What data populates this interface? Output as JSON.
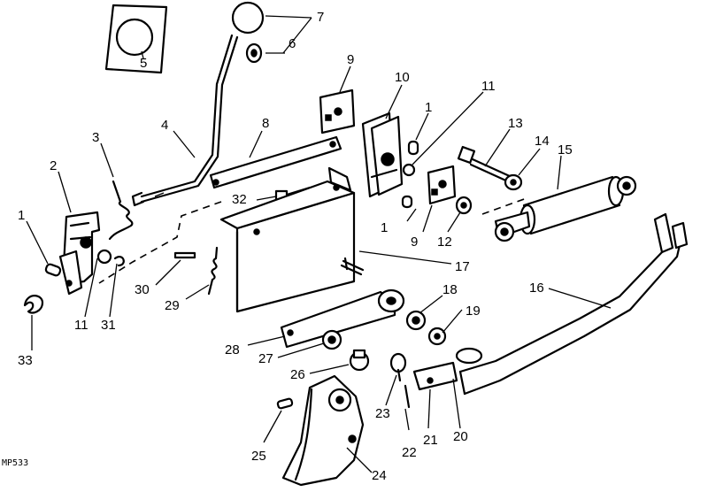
{
  "figure_code": "MP533",
  "callouts": {
    "c1a": "1",
    "c1b": "1",
    "c1c": "1",
    "c2": "2",
    "c3": "3",
    "c4": "4",
    "c5": "5",
    "c6": "6",
    "c7": "7",
    "c8": "8",
    "c9a": "9",
    "c9b": "9",
    "c10": "10",
    "c11a": "11",
    "c11b": "11",
    "c12": "12",
    "c13": "13",
    "c14": "14",
    "c15": "15",
    "c16": "16",
    "c17": "17",
    "c18": "18",
    "c19": "19",
    "c20": "20",
    "c21": "21",
    "c22": "22",
    "c23": "23",
    "c24": "24",
    "c25": "25",
    "c26": "26",
    "c27": "27",
    "c28": "28",
    "c29": "29",
    "c30": "30",
    "c31": "31",
    "c32": "32",
    "c33": "33"
  }
}
